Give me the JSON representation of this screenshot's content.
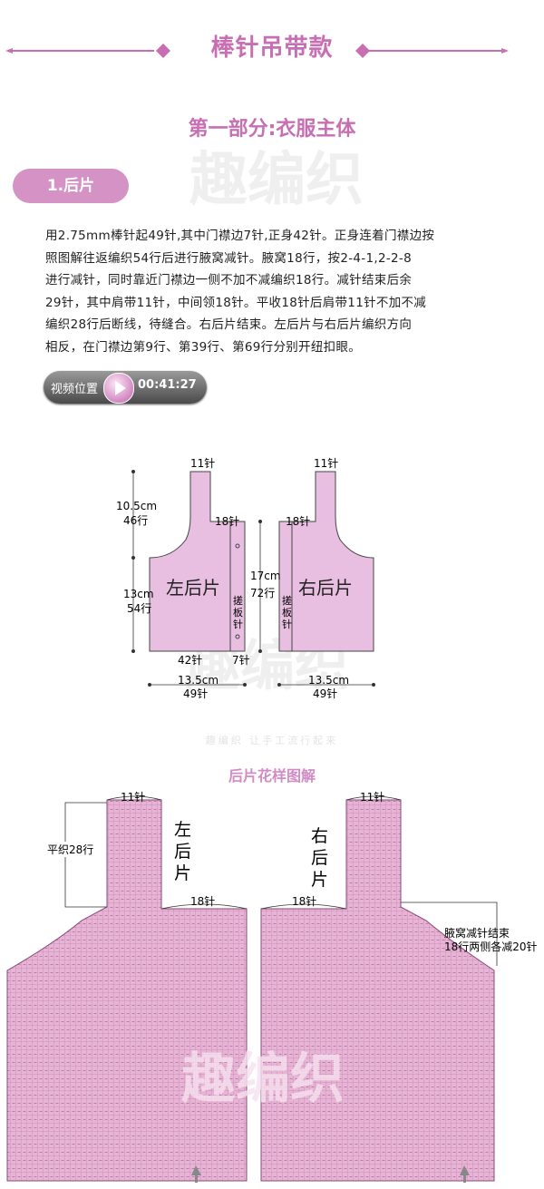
{
  "header": {
    "title": "棒针吊带款"
  },
  "section": {
    "title": "第一部分:衣服主体"
  },
  "part": {
    "label": "1.后片"
  },
  "instructions": {
    "lines": [
      "用2.75mm棒针起49针,其中门襟边7针,正身42针。正身连着门襟边按",
      "照图解往返编织54行后进行腋窝减针。腋窝18行，按2-4-1,2-2-8",
      "进行减针，同时靠近门襟边一侧不加不减编织18行。减针结束后余",
      "29针，其中肩带11针，中间领18针。平收18针后肩带11针不加不减",
      "编织28行后断线，待缝合。右后片结束。左后片与右后片编织方向",
      "相反，在门襟边第9行、第39行、第69行分别开纽扣眼。"
    ]
  },
  "video": {
    "label": "视频位置",
    "time": "00:41:27"
  },
  "watermark": {
    "slogan": "趣编织  让手工流行起来"
  },
  "diagram": {
    "left_piece": "左后片",
    "right_piece": "右后片",
    "strap_st": "11针",
    "neck_st": "18针",
    "upper_cm": "10.5cm",
    "upper_rows": "46行",
    "lower_cm": "13cm",
    "lower_rows": "54行",
    "placket_cm": "17cm",
    "placket_rows": "72行",
    "placket_note": [
      "搓",
      "板",
      "针"
    ],
    "body_st": "42针",
    "placket_st": "7针",
    "width_cm": "13.5cm",
    "width_st": "49针"
  },
  "chart": {
    "title": "后片花样图解",
    "strap_st": "11针",
    "neck_st": "18针",
    "rows_note": "平织28行",
    "left_label": [
      "左",
      "后",
      "片"
    ],
    "right_label": [
      "右",
      "后",
      "片"
    ],
    "note_line1": "腋窝减针结束",
    "note_line2": "18行两侧各减20针",
    "fill_color": "#e8b4d6",
    "grid_color": "#b06a9a"
  }
}
